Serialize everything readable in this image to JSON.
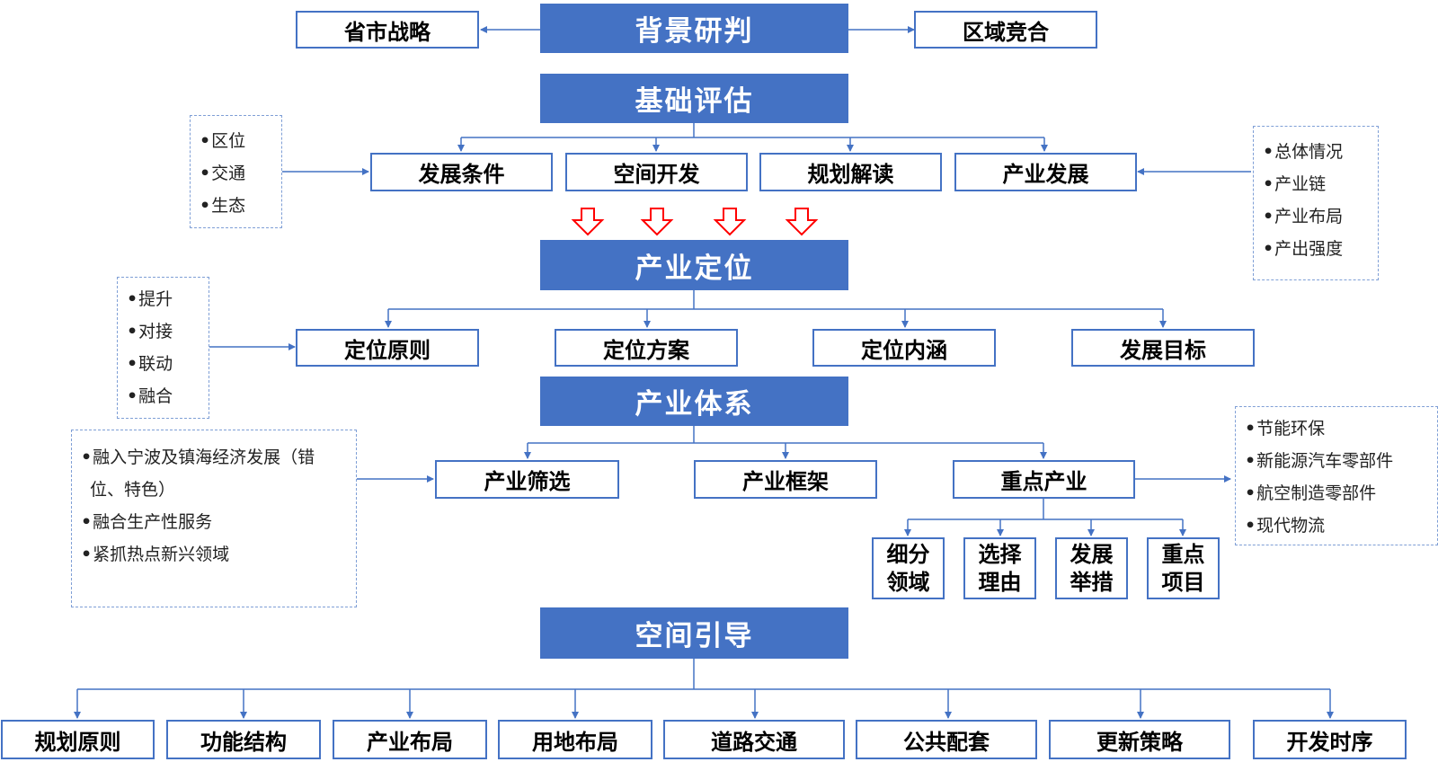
{
  "headers": {
    "background": "背景研判",
    "foundation": "基础评估",
    "positioning": "产业定位",
    "system": "产业体系",
    "spatial": "空间引导"
  },
  "top_sides": {
    "left": "省市战略",
    "right": "区域竞合"
  },
  "foundation_items": [
    "发展条件",
    "空间开发",
    "规划解读",
    "产业发展"
  ],
  "positioning_items": [
    "定位原则",
    "定位方案",
    "定位内涵",
    "发展目标"
  ],
  "system_items": [
    "产业筛选",
    "产业框架",
    "重点产业"
  ],
  "key_industry_items": [
    {
      "line1": "细分",
      "line2": "领域"
    },
    {
      "line1": "选择",
      "line2": "理由"
    },
    {
      "line1": "发展",
      "line2": "举措"
    },
    {
      "line1": "重点",
      "line2": "项目"
    }
  ],
  "spatial_items": [
    "规划原则",
    "功能结构",
    "产业布局",
    "用地布局",
    "道路交通",
    "公共配套",
    "更新策略",
    "开发时序"
  ],
  "notes": {
    "conditions": [
      "区位",
      "交通",
      "生态"
    ],
    "industry": [
      "总体情况",
      "产业链",
      "产业布局",
      "产出强度"
    ],
    "principles": [
      "提升",
      "对接",
      "联动",
      "融合"
    ],
    "screening": [
      "融入宁波及镇海经济发展（错位、特色）",
      "融合生产性服务",
      "紧抓热点新兴领域"
    ],
    "key_industries": [
      "节能环保",
      "新能源汽车零部件",
      "航空制造零部件",
      "现代物流"
    ]
  },
  "bullet": "•",
  "colors": {
    "primary": "#4472c4",
    "arrow_red": "#ff0000",
    "note_border": "#7f9fd6"
  }
}
